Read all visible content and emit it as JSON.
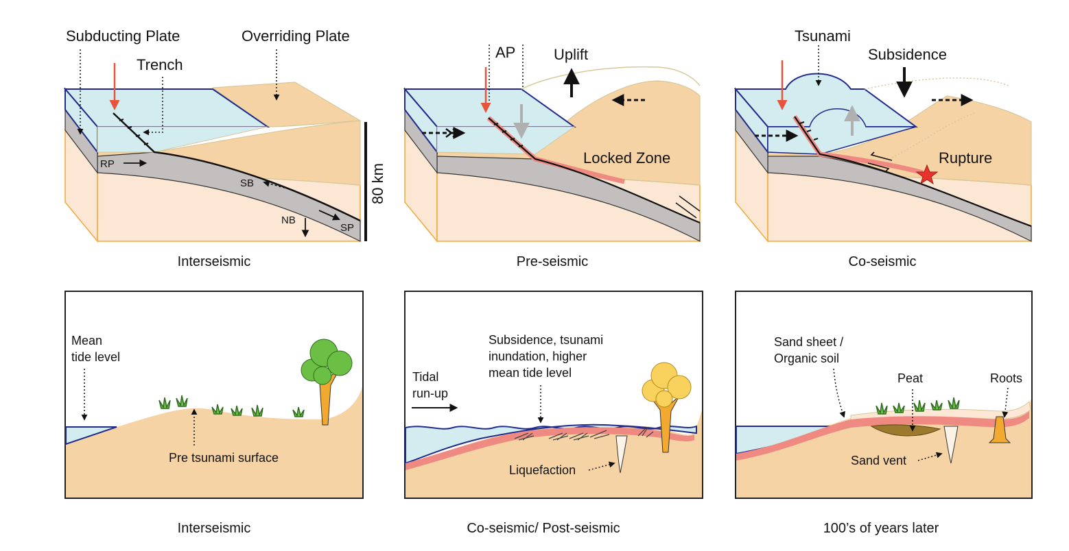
{
  "top": {
    "panel1": {
      "subducting_plate": "Subducting Plate",
      "overriding_plate": "Overriding Plate",
      "trench": "Trench",
      "rp": "RP",
      "sb": "SB",
      "nb": "NB",
      "sp": "SP",
      "scale": "80 km",
      "caption": "Interseismic"
    },
    "panel2": {
      "ap": "AP",
      "uplift": "Uplift",
      "locked_zone": "Locked Zone",
      "caption": "Pre-seismic"
    },
    "panel3": {
      "tsunami": "Tsunami",
      "subsidence": "Subsidence",
      "rupture": "Rupture",
      "caption": "Co-seismic"
    }
  },
  "bottom": {
    "panel1": {
      "mean_line1": "Mean",
      "mean_line2": "tide level",
      "pre_surface": "Pre tsunami surface",
      "caption": "Interseismic"
    },
    "panel2": {
      "tidal_line1": "Tidal",
      "tidal_line2": "run-up",
      "sub_line1": "Subsidence, tsunami",
      "sub_line2": "inundation, higher",
      "sub_line3": "mean tide level",
      "liquefaction": "Liquefaction",
      "caption": "Co-seismic/ Post-seismic"
    },
    "panel3": {
      "sand_line1": "Sand sheet /",
      "sand_line2": "Organic soil",
      "peat": "Peat",
      "roots": "Roots",
      "sand_vent": "Sand vent",
      "caption": "100’s of years later"
    }
  },
  "colors": {
    "sand": "#f6d3a4",
    "sand_light": "#fbe7d4",
    "water": "#d3ecef",
    "plate": "#c3bfbf",
    "outline_blue": "#1f2a8c",
    "outline_orange": "#f1a93a",
    "red": "#e8533c",
    "pink_layer": "#ef8a82",
    "peat": "#9b7a2e",
    "tree_green": "#6cbf45",
    "tree_yellow": "#f8d25c",
    "trunk": "#f2a92f"
  }
}
